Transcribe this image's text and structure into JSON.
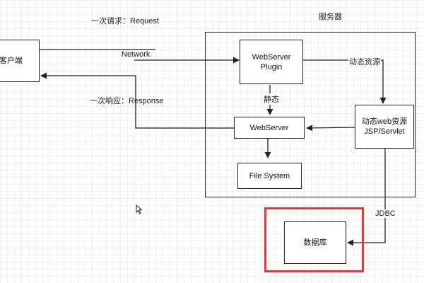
{
  "labels": {
    "request": "一次请求：Request",
    "server_title": "服务器",
    "network": "Network",
    "response": "一次响应：Response",
    "dynamic_resource": "动态资源",
    "static": "静态",
    "jdbc": "JDBC"
  },
  "nodes": {
    "client": "客户端",
    "webserver_plugin": "WebServer\nPlugin",
    "webserver": "WebServer",
    "dynamic_web": "动态web资源\nJSP/Servlet",
    "file_system": "File System",
    "database": "数据库"
  },
  "colors": {
    "highlight": "#e53935",
    "stroke": "#222222"
  },
  "icons": {
    "cursor": "mouse-pointer-icon"
  }
}
